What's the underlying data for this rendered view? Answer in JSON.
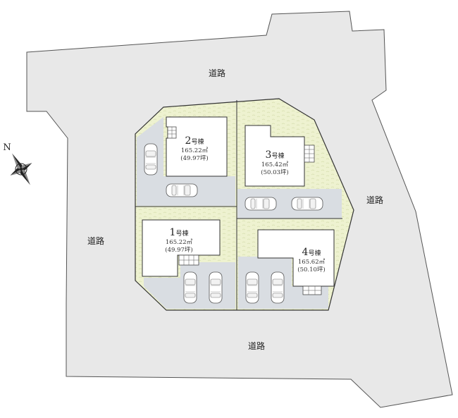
{
  "roads": {
    "north": "道路",
    "west": "道路",
    "east": "道路",
    "south": "道路"
  },
  "compass": {
    "north_label": "N"
  },
  "buildings": [
    {
      "number": "1",
      "suffix": "号棟",
      "area": "165.22㎡",
      "tsubo": "(49.97坪)"
    },
    {
      "number": "2",
      "suffix": "号棟",
      "area": "165.22㎡",
      "tsubo": "(49.97坪)"
    },
    {
      "number": "3",
      "suffix": "号棟",
      "area": "165.42㎡",
      "tsubo": "(50.03坪)"
    },
    {
      "number": "4",
      "suffix": "号棟",
      "area": "165.62㎡",
      "tsubo": "(50.10坪)"
    }
  ],
  "colors": {
    "road": "#e8e8e8",
    "lawn": "#eef2d0",
    "parking": "#d9dde2",
    "lot_outline": "#333333"
  }
}
